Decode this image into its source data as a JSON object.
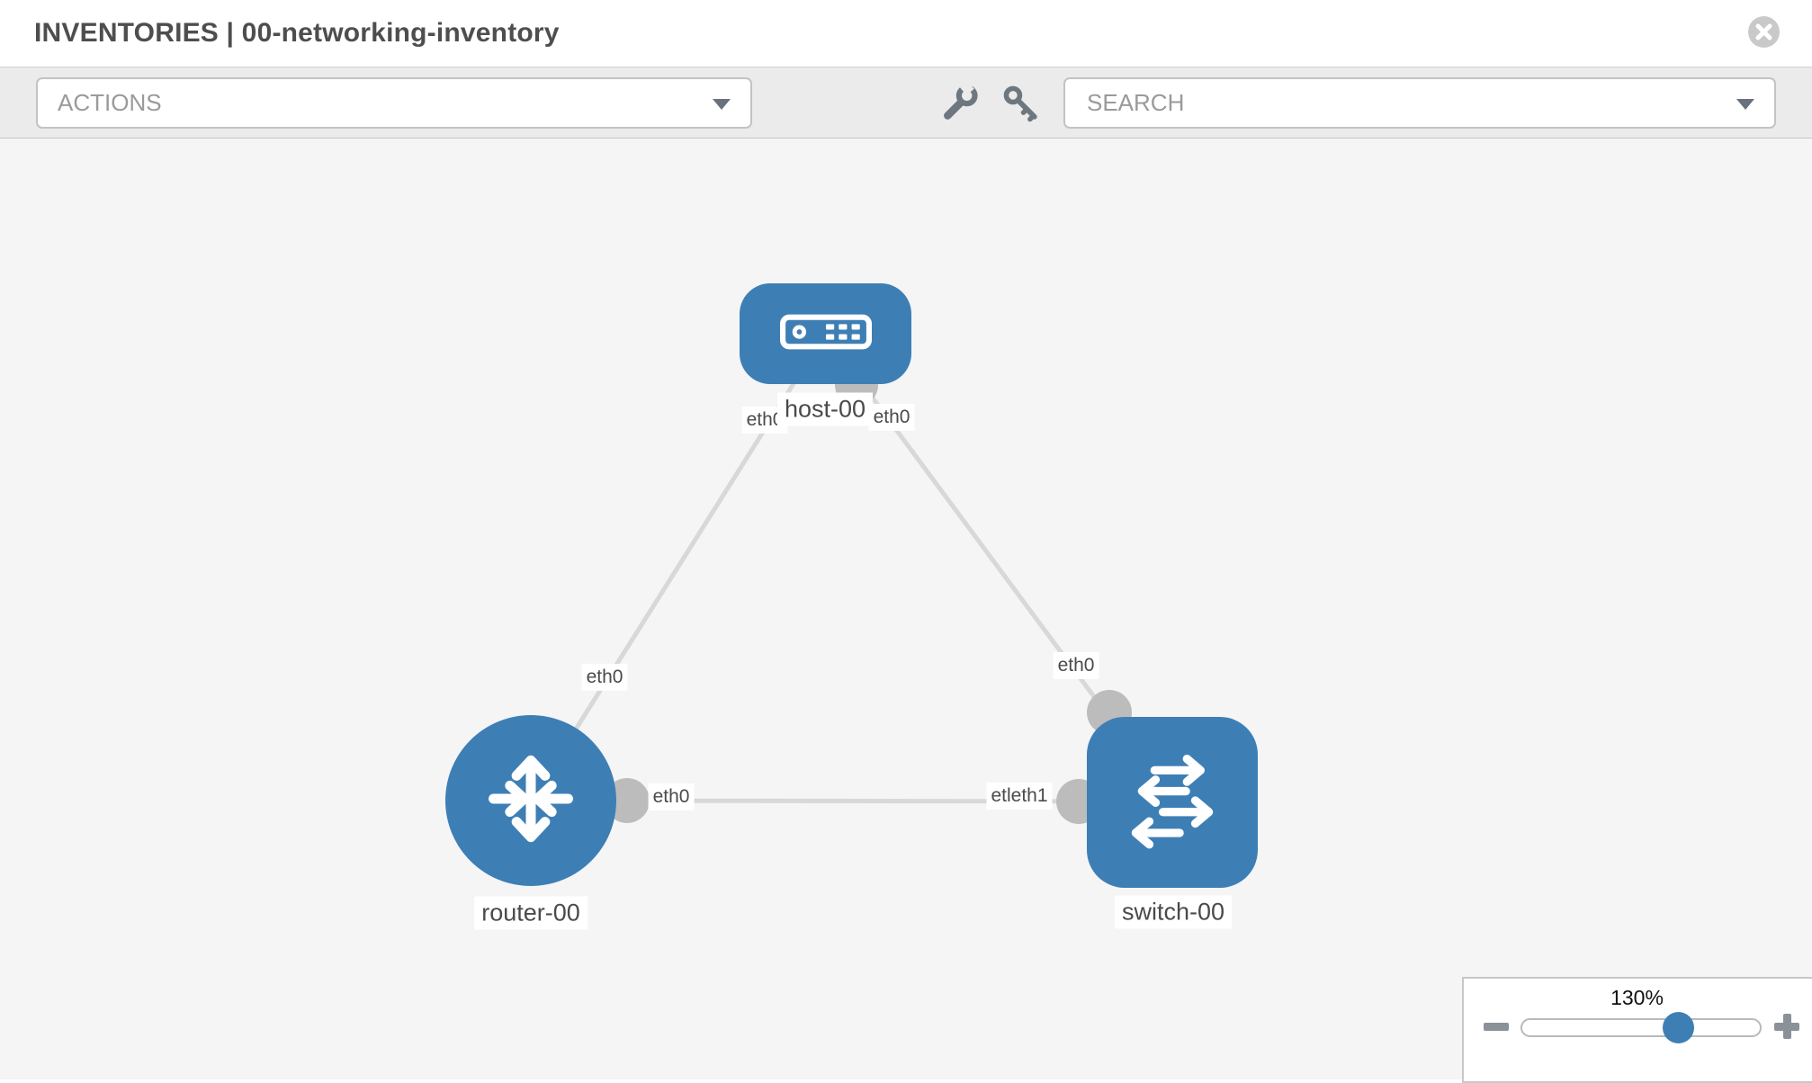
{
  "header": {
    "title": "INVENTORIES | 00-networking-inventory",
    "close_icon": "circle-x-icon"
  },
  "toolbar": {
    "actions_label": "ACTIONS",
    "search_placeholder": "SEARCH",
    "tool_icons": [
      "wrench-icon",
      "key-icon"
    ]
  },
  "topology": {
    "nodes": [
      {
        "label": "host-00",
        "type": "host",
        "icon": "server-icon"
      },
      {
        "label": "router-00",
        "type": "router",
        "icon": "router-arrows-icon"
      },
      {
        "label": "switch-00",
        "type": "switch",
        "icon": "switch-arrows-icon"
      }
    ],
    "links": [
      {
        "from": "router-00",
        "to": "host-00"
      },
      {
        "from": "host-00",
        "to": "switch-00"
      },
      {
        "from": "router-00",
        "to": "switch-00"
      }
    ],
    "iface_labels": [
      {
        "text": "eth0"
      },
      {
        "text": "eth0"
      },
      {
        "text": "eth0"
      },
      {
        "text": "eth0"
      },
      {
        "text": "eth0"
      },
      {
        "text": "etleth1"
      }
    ]
  },
  "zoom_control": {
    "level": "130%",
    "minus_icon": "minus-icon",
    "plus_icon": "plus-icon",
    "thumb_position_pct": 65
  },
  "colors": {
    "node_blue": "#3d7fb5",
    "link_gray": "#d8d8d8",
    "connector_gray": "#bcbcbc",
    "canvas_bg": "#f5f5f6",
    "toolbar_bg": "#ebebeb"
  }
}
